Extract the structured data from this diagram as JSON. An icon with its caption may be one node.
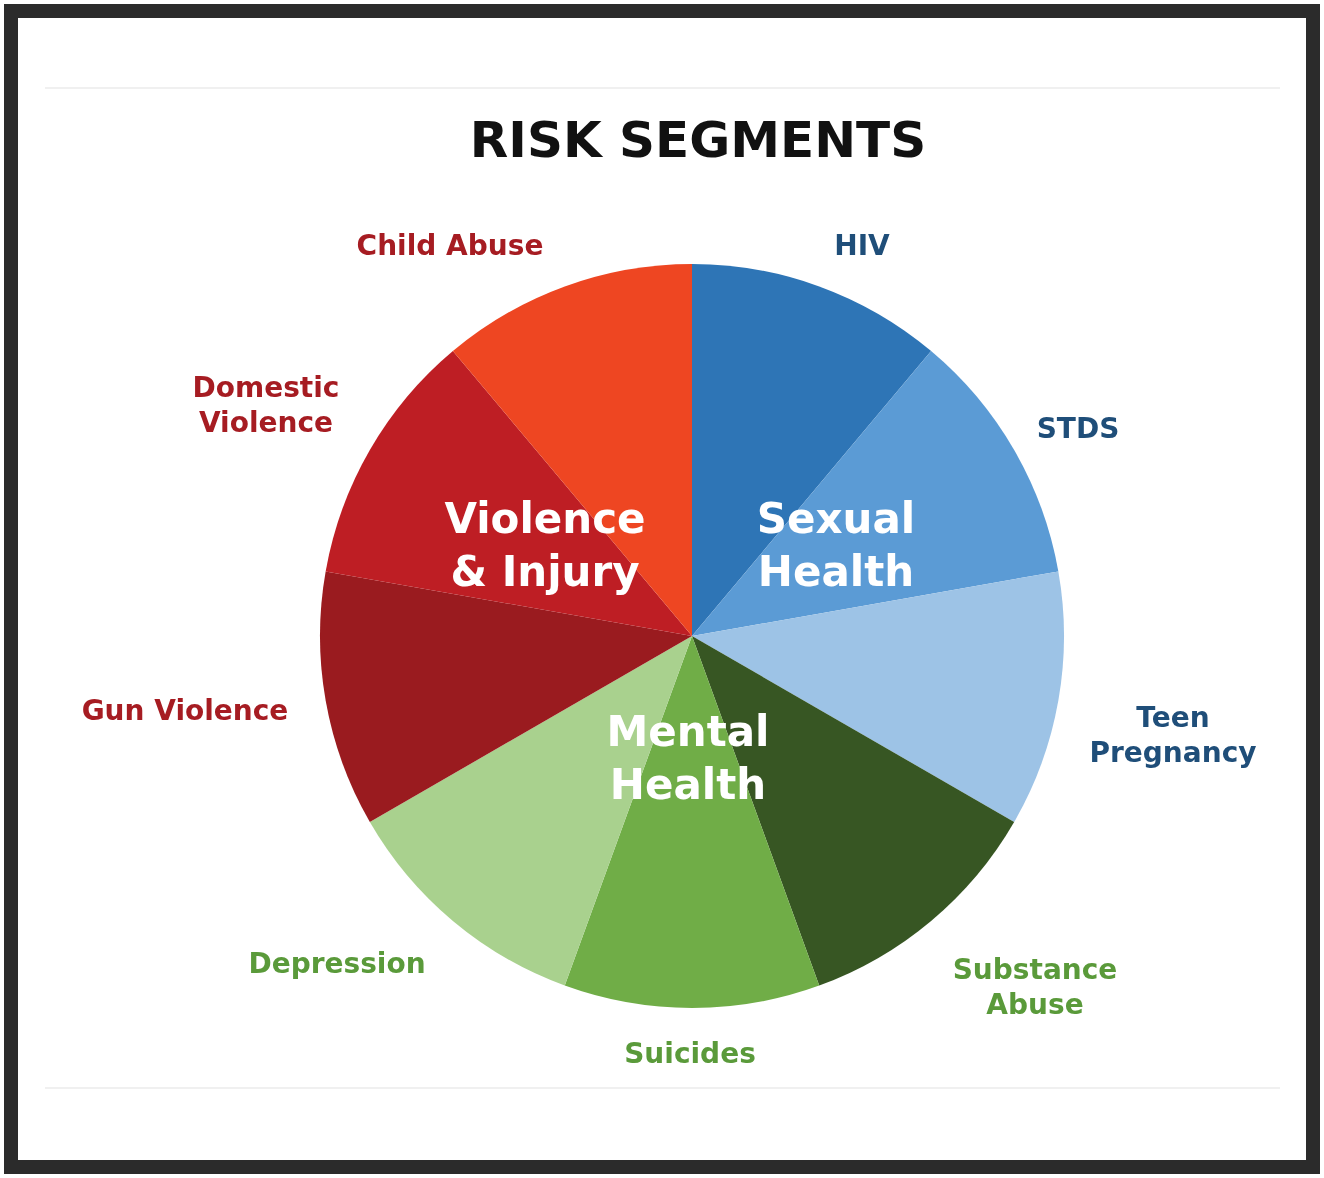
{
  "diagram": {
    "title": "RISK SEGMENTS",
    "labels": [
      "Child Abuse",
      "HIV",
      "Domestic Violence",
      "STDS",
      "Violence & Injury",
      "Sexual Health",
      "Gun Violence",
      "Mental Health",
      "Teen Pregnancy",
      "Depression",
      "Substance Abuse",
      "Suicides"
    ]
  }
}
